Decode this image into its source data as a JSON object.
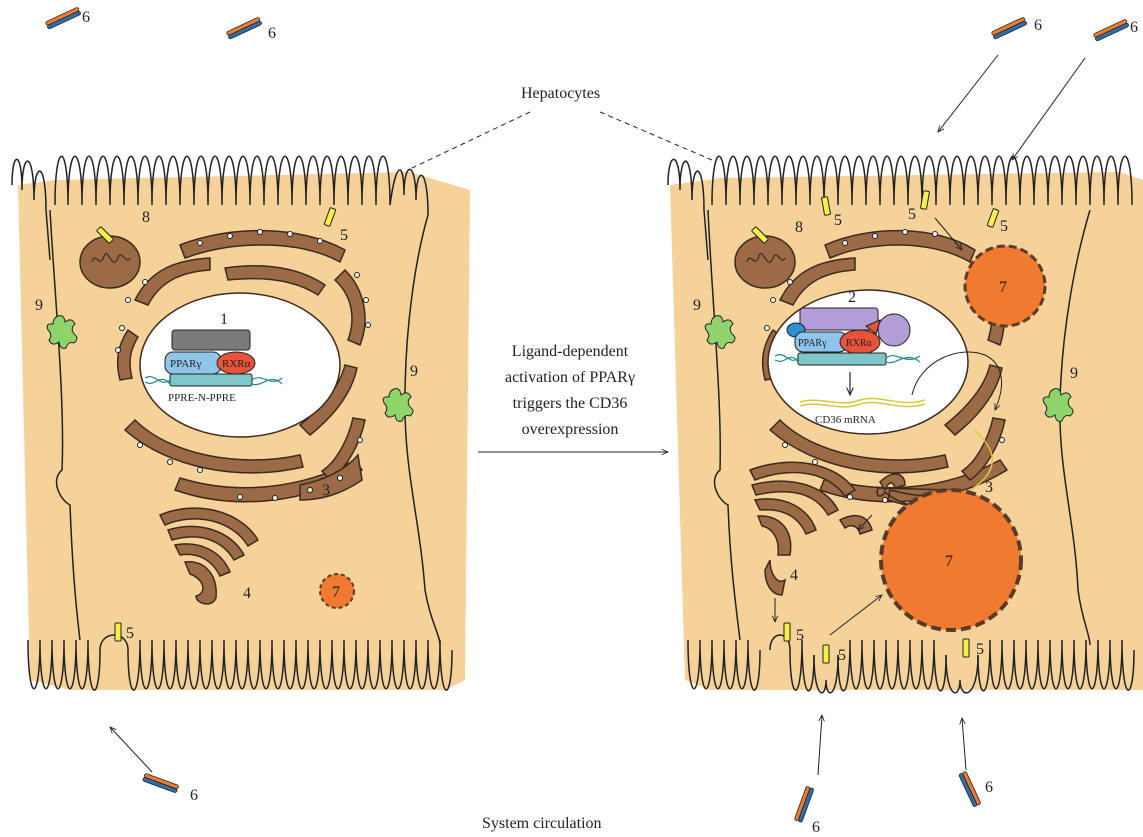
{
  "labels": {
    "hepatocytes": "Hepatocytes",
    "system_circulation": "System circulation",
    "activation_line1": "Ligand-dependent",
    "activation_line2": "activation of PPARγ",
    "activation_line3": "triggers the CD36",
    "activation_line4": "overexpression",
    "ppre": "PPRE-N-PPRE",
    "pparg": "PPARγ",
    "rxra": "RXRα",
    "cd36_mrna": "CD36 mRNA"
  },
  "numbers": {
    "n1": "1",
    "n2": "2",
    "n3": "3",
    "n4": "4",
    "n5": "5",
    "n6": "6",
    "n7": "7",
    "n8": "8",
    "n9": "9"
  },
  "colors": {
    "cytoplasm": "#f5d29a",
    "organelle": "#9b6b47",
    "organelle_dark": "#3d2a1c",
    "nucleus": "#ffffff",
    "lipid": "#f07a30",
    "lipid_border": "#5a3a28",
    "receptor_yellow": "#f5f04a",
    "desmosome_green": "#8ed46a",
    "ppar_blue": "#8fc5ea",
    "rxr_red": "#e8543a",
    "coactivator_purple": "#b39dd8",
    "corepressor_gray": "#7a7a7a",
    "dna_teal": "#7fc6c9",
    "fatty_acid_blue": "#2e6ea8",
    "fatty_acid_orange": "#f07a30"
  }
}
